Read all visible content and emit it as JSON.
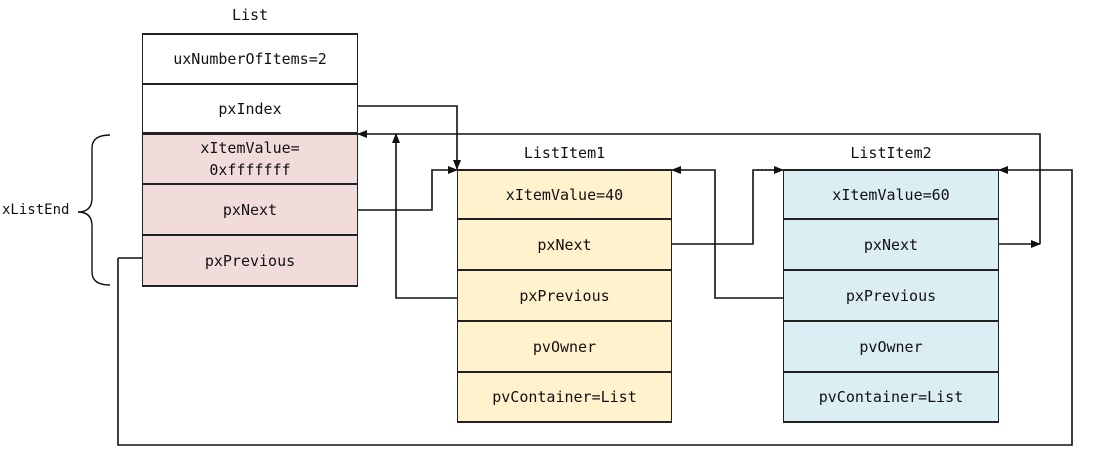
{
  "colors": {
    "list_fill": "#ffffff",
    "end_fill": "#f2dcdb",
    "item1_fill": "#fff2cc",
    "item2_fill": "#dbeef4",
    "stroke": "#111111"
  },
  "list": {
    "title": "List",
    "fields": [
      "uxNumberOfItems=2",
      "pxIndex"
    ]
  },
  "list_end": {
    "label": "xListEnd",
    "fields": [
      "xItemValue=\n0xfffffff",
      "pxNext",
      "pxPrevious"
    ]
  },
  "item1": {
    "title": "ListItem1",
    "fields": [
      "xItemValue=40",
      "pxNext",
      "pxPrevious",
      "pvOwner",
      "pvContainer=List"
    ]
  },
  "item2": {
    "title": "ListItem2",
    "fields": [
      "xItemValue=60",
      "pxNext",
      "pxPrevious",
      "pvOwner",
      "pvContainer=List"
    ]
  }
}
